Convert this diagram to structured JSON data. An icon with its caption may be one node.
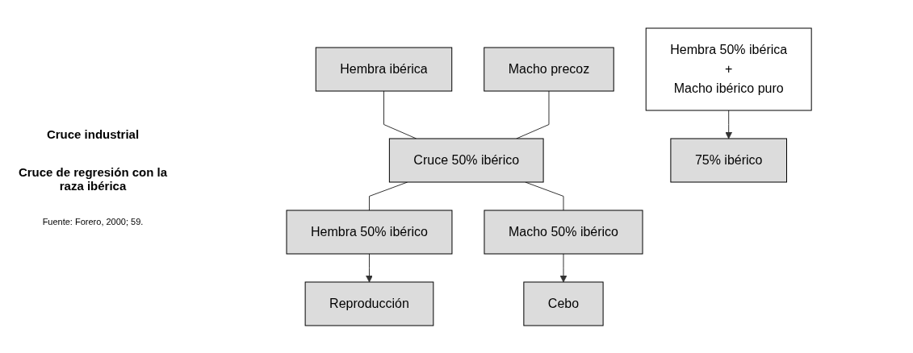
{
  "diagram": {
    "nodes": [
      {
        "text": [
          "Hembra ibérica"
        ]
      },
      {
        "text": [
          "Macho precoz"
        ]
      },
      {
        "text": [
          "Cruce 50% ibérico"
        ]
      },
      {
        "text": [
          "Hembra 50% ibérico"
        ]
      },
      {
        "text": [
          "Macho 50% ibérico"
        ]
      },
      {
        "text": [
          "Reproducción"
        ]
      },
      {
        "text": [
          "Cebo"
        ]
      },
      {
        "text": [
          "Hembra 50% ibérica",
          "+",
          "Macho ibérico puro"
        ]
      },
      {
        "text": [
          "75% ibérico"
        ]
      }
    ],
    "edges": [
      {
        "from": 0,
        "to": 2,
        "arrow": "none"
      },
      {
        "from": 1,
        "to": 2,
        "arrow": "none"
      },
      {
        "from": 2,
        "to": 3,
        "arrow": "none"
      },
      {
        "from": 2,
        "to": 4,
        "arrow": "none"
      },
      {
        "from": 3,
        "to": 5,
        "arrow": "to"
      },
      {
        "from": 4,
        "to": 6,
        "arrow": "to"
      },
      {
        "from": 7,
        "to": 8,
        "arrow": "to"
      }
    ],
    "labels": [
      "Cruce industrial",
      "Cruce de regresión con la raza ibérica",
      "Fuente: Forero, 2000; 59."
    ]
  }
}
